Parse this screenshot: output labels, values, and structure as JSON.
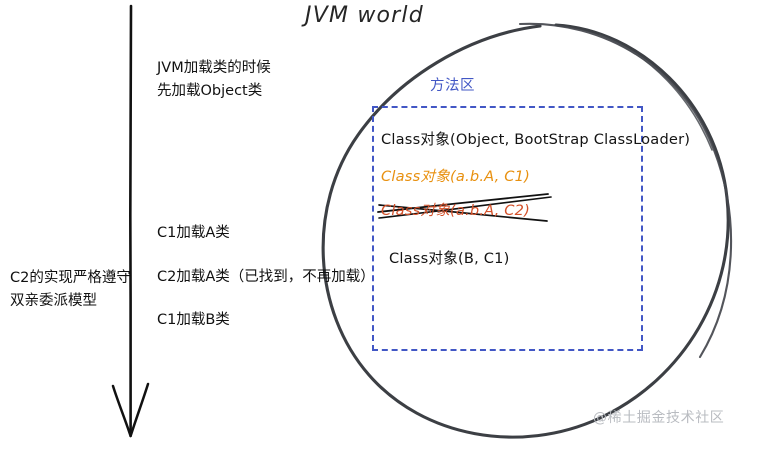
{
  "diagram": {
    "title": "JVM world",
    "watermark": "@稀土掘金技术社区",
    "colors": {
      "ink": "#333333",
      "orange": "#e8900f",
      "red_struck": "#d4512a",
      "blue_dashed": "#4257c5",
      "watermark_gray": "#b9bcc1"
    }
  },
  "timeline": {
    "arrow_direction": "down",
    "notes": {
      "load_order": "JVM加载类的时候\n先加载Object类",
      "c1_loads_a": "C1加载A类",
      "c2_loads_a": "C2加载A类（已找到，不再加载）",
      "c1_loads_b": "C1加载B类"
    }
  },
  "left_note": {
    "text": "C2的实现严格遵守\n双亲委派模型"
  },
  "method_area": {
    "label": "方法区",
    "entries": [
      {
        "text": "Class对象(Object, BootStrap ClassLoader)",
        "color": "#141414",
        "struck": false
      },
      {
        "text": "Class对象(a.b.A, C1)",
        "color": "#e8900f",
        "struck": false
      },
      {
        "text": "Class对象(a.b.A, C2)",
        "color": "#d4512a",
        "struck": true
      },
      {
        "text": "Class对象(B, C1)",
        "color": "#141414",
        "struck": false
      }
    ]
  }
}
